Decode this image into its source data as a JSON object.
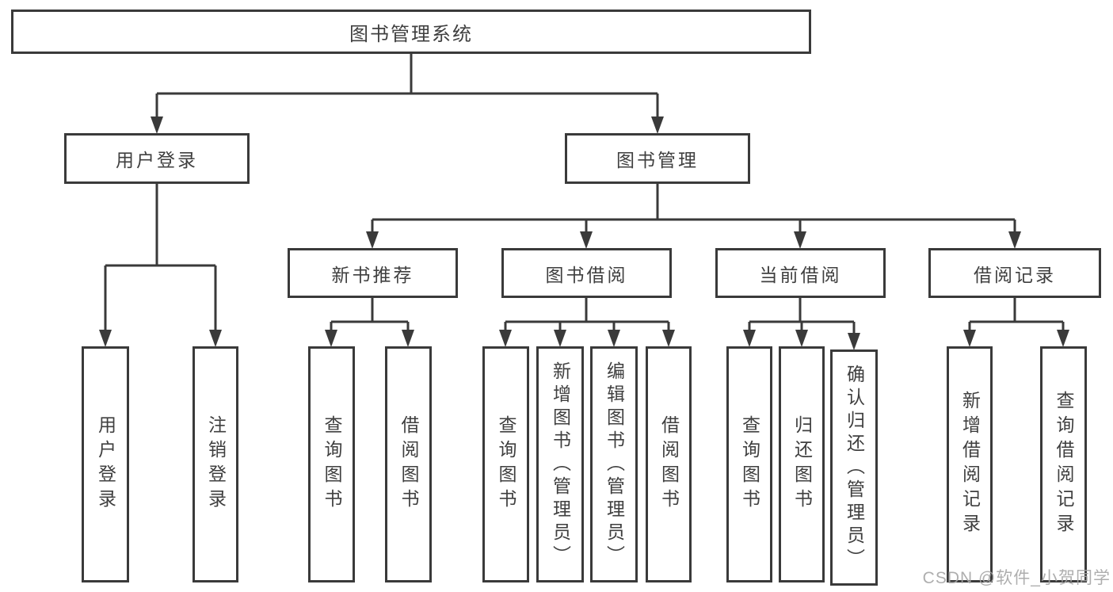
{
  "tree": {
    "label": "图书管理系统",
    "children": [
      {
        "label": "用户登录",
        "children": [
          {
            "label": "用户登录"
          },
          {
            "label": "注销登录"
          }
        ]
      },
      {
        "label": "图书管理",
        "children": [
          {
            "label": "新书推荐",
            "children": [
              {
                "label": "查询图书"
              },
              {
                "label": "借阅图书"
              }
            ]
          },
          {
            "label": "图书借阅",
            "children": [
              {
                "label": "查询图书"
              },
              {
                "label": "新增图书（管理员）"
              },
              {
                "label": "编辑图书（管理员）"
              },
              {
                "label": "借阅图书"
              }
            ]
          },
          {
            "label": "当前借阅",
            "children": [
              {
                "label": "查询图书"
              },
              {
                "label": "归还图书"
              },
              {
                "label": "确认归还（管理员）"
              }
            ]
          },
          {
            "label": "借阅记录",
            "children": [
              {
                "label": "新增借阅记录"
              },
              {
                "label": "查询借阅记录"
              }
            ]
          }
        ]
      }
    ]
  },
  "watermark": {
    "text": "CSDN @软件_小贺同学"
  },
  "colors": {
    "line": "#3a3a3a",
    "text": "#3f3f3f",
    "watermark": "#a6a6a6",
    "background": "#ffffff"
  }
}
